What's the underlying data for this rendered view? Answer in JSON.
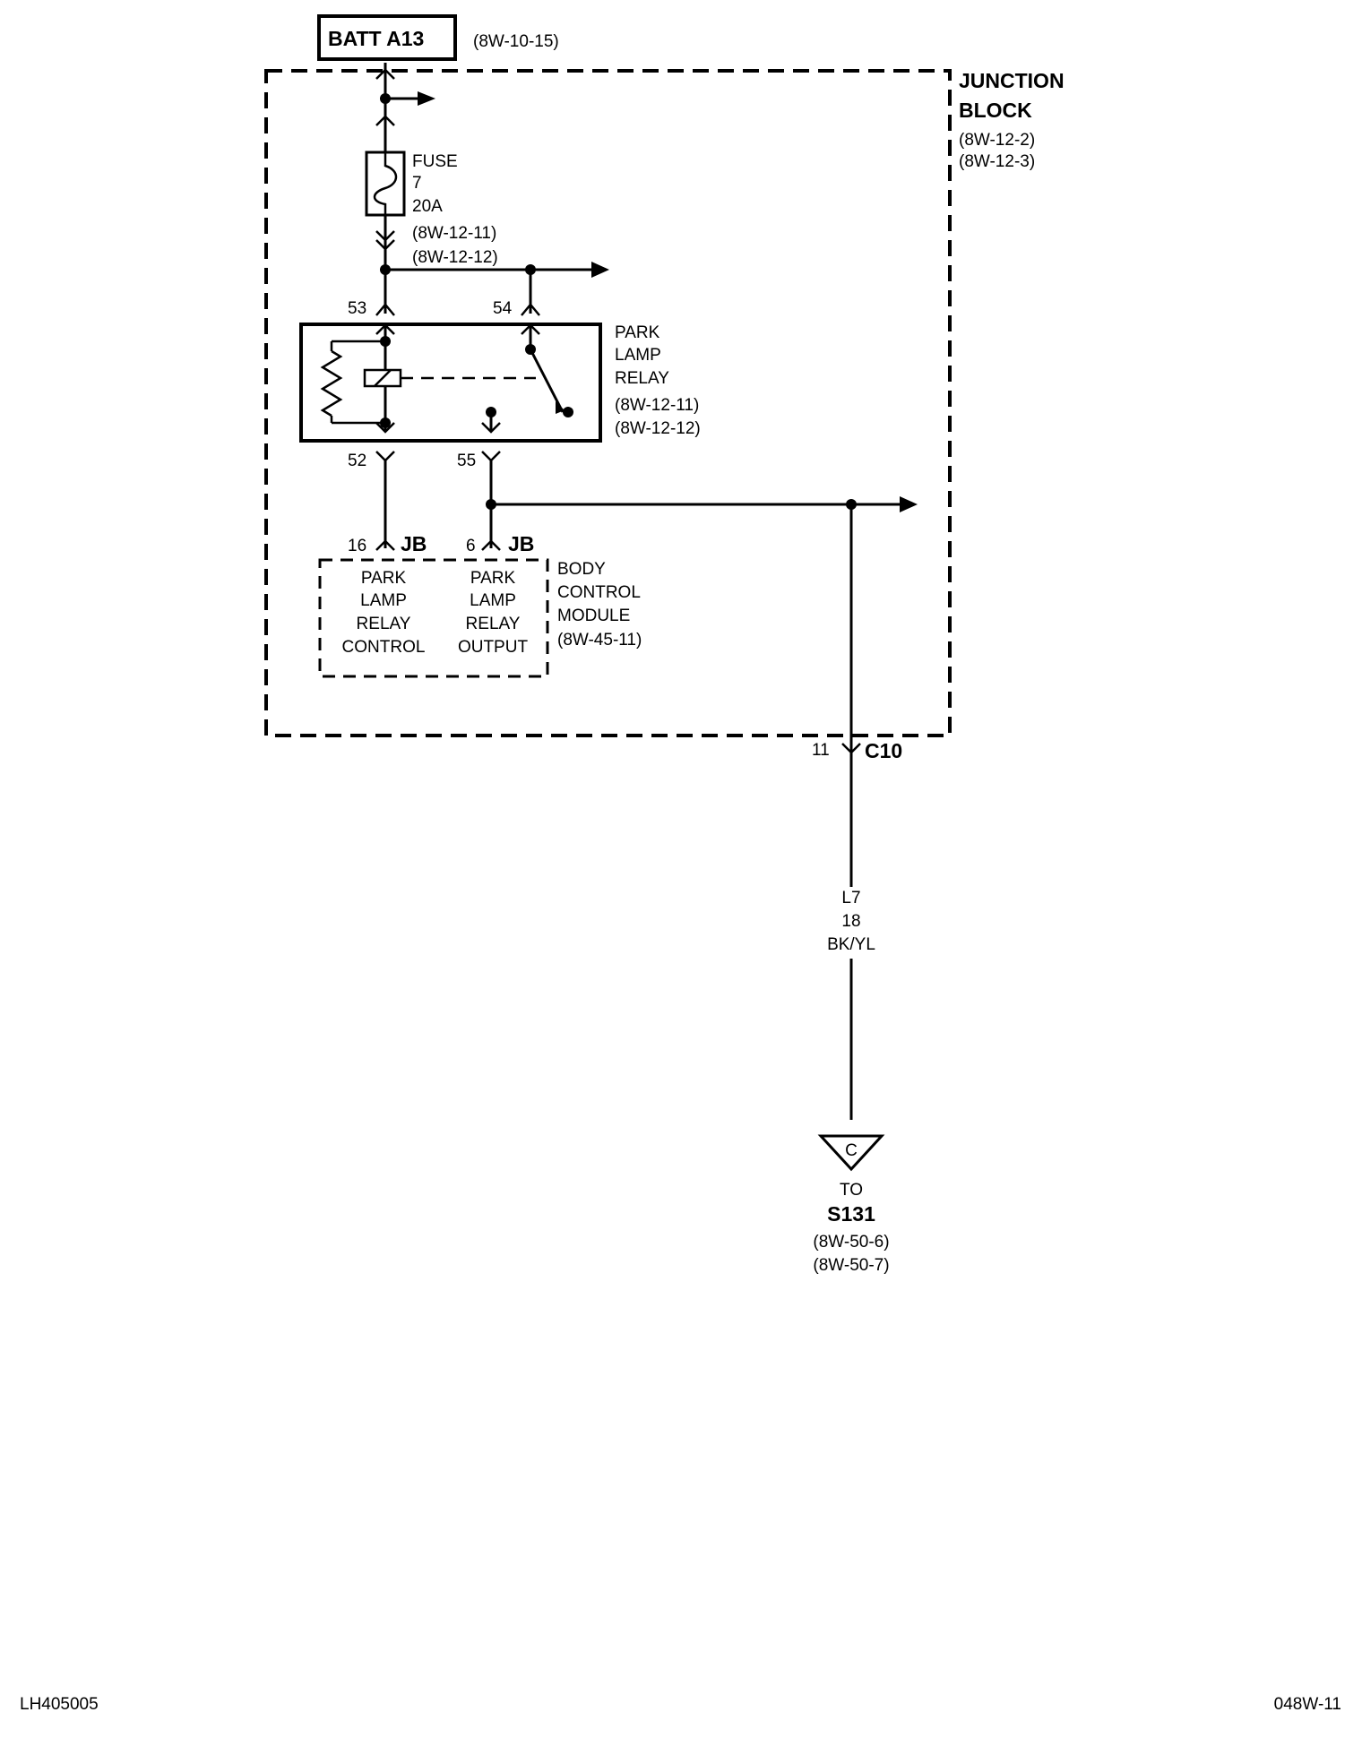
{
  "batt": {
    "label": "BATT A13",
    "ref": "(8W-10-15)"
  },
  "junction_block": {
    "line1": "JUNCTION",
    "line2": "BLOCK",
    "ref1": "(8W-12-2)",
    "ref2": "(8W-12-3)"
  },
  "fuse": {
    "line1": "FUSE",
    "line2": "7",
    "line3": "20A",
    "ref1": "(8W-12-11)",
    "ref2": "(8W-12-12)"
  },
  "relay": {
    "line1": "PARK",
    "line2": "LAMP",
    "line3": "RELAY",
    "ref1": "(8W-12-11)",
    "ref2": "(8W-12-12)",
    "pin_53": "53",
    "pin_54": "54",
    "pin_52": "52",
    "pin_55": "55"
  },
  "bcm": {
    "pin_left": "16",
    "pin_right": "6",
    "conn": "JB",
    "left_l1": "PARK",
    "left_l2": "LAMP",
    "left_l3": "RELAY",
    "left_l4": "CONTROL",
    "right_l1": "PARK",
    "right_l2": "LAMP",
    "right_l3": "RELAY",
    "right_l4": "OUTPUT",
    "name1": "BODY",
    "name2": "CONTROL",
    "name3": "MODULE",
    "ref": "(8W-45-11)"
  },
  "connector": {
    "pin": "11",
    "name": "C10"
  },
  "wire": {
    "circuit": "L7",
    "gauge": "18",
    "color": "BK/YL"
  },
  "splice": {
    "letter": "C",
    "to": "TO",
    "name": "S131",
    "ref1": "(8W-50-6)",
    "ref2": "(8W-50-7)"
  },
  "footer": {
    "left": "LH405005",
    "right": "048W-11"
  }
}
